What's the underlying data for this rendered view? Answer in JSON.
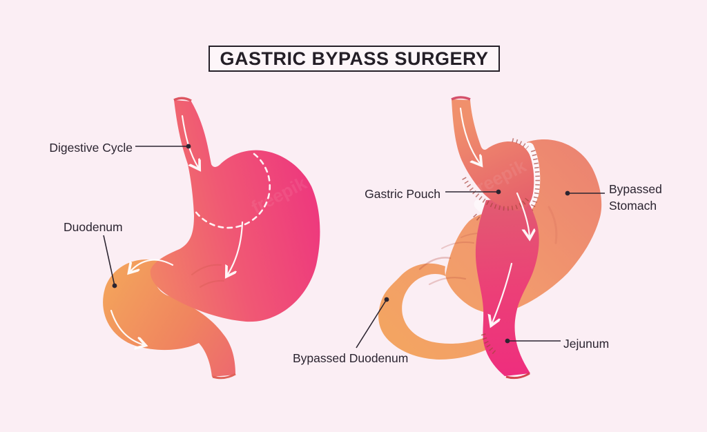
{
  "title": "GASTRIC BYPASS SURGERY",
  "watermark_text": "freepik",
  "left_diagram": {
    "description": "normal stomach with digestive flow",
    "labels": {
      "digestive_cycle": "Digestive Cycle",
      "duodenum": "Duodenum"
    }
  },
  "right_diagram": {
    "description": "stomach after gastric bypass",
    "labels": {
      "gastric_pouch": "Gastric Pouch",
      "bypassed_stomach": "Bypassed Stomach",
      "bypassed_duodenum": "Bypassed Duodenum",
      "jejunum": "Jejunum"
    }
  },
  "palette": {
    "background": "#fbeef4",
    "ink": "#2b2430",
    "stomach_pink": "#ee3a7d",
    "coral": "#f07a68",
    "duodenum_orange": "#f3a15c",
    "remnant_peach": "#ec8471",
    "jejunum_pink": "#ee2d7e",
    "staple_red": "#a8463f",
    "flow_arrow": "#ffffff"
  }
}
